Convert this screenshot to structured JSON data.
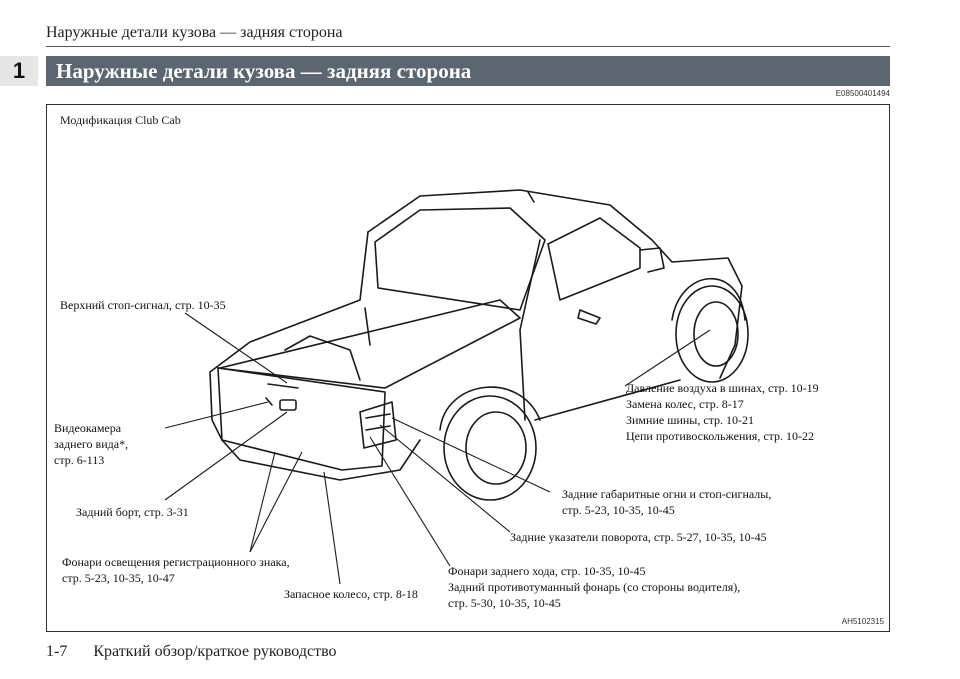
{
  "header": {
    "running_title": "Наружные детали кузова — задняя сторона"
  },
  "chapter_number": "1",
  "section": {
    "title": "Наружные детали кузова — задняя сторона",
    "code": "E08500401494"
  },
  "figure": {
    "variant": "Модификация Club Cab",
    "code": "AH5102315",
    "labels": {
      "high_stop": "Верхний стоп-сигнал, стр. 10-35",
      "camera": [
        "Видеокамера",
        "заднего вида*,",
        "стр. 6-113"
      ],
      "tailgate": "Задний борт, стр. 3-31",
      "plate_lamps": [
        "Фонари освещения регистрационного знака,",
        "стр. 5-23, 10-35, 10-47"
      ],
      "spare_wheel": "Запасное колесо, стр. 8-18",
      "reverse_fog": [
        "Фонари заднего хода, стр. 10-35, 10-45",
        "Задний противотуманный фонарь (со стороны водителя),",
        "стр. 5-30, 10-35, 10-45"
      ],
      "turn_signals": "Задние указатели поворота, стр. 5-27, 10-35, 10-45",
      "tail_stop": [
        "Задние габаритные огни и стоп-сигналы,",
        "стр. 5-23, 10-35, 10-45"
      ],
      "tires": [
        "Давление воздуха в шинах, стр. 10-19",
        "Замена колес, стр. 8-17",
        "Зимние шины, стр. 10-21",
        "Цепи противоскольжения, стр. 10-22"
      ]
    }
  },
  "footer": {
    "page": "1-7",
    "title": "Краткий обзор/краткое руководство"
  }
}
